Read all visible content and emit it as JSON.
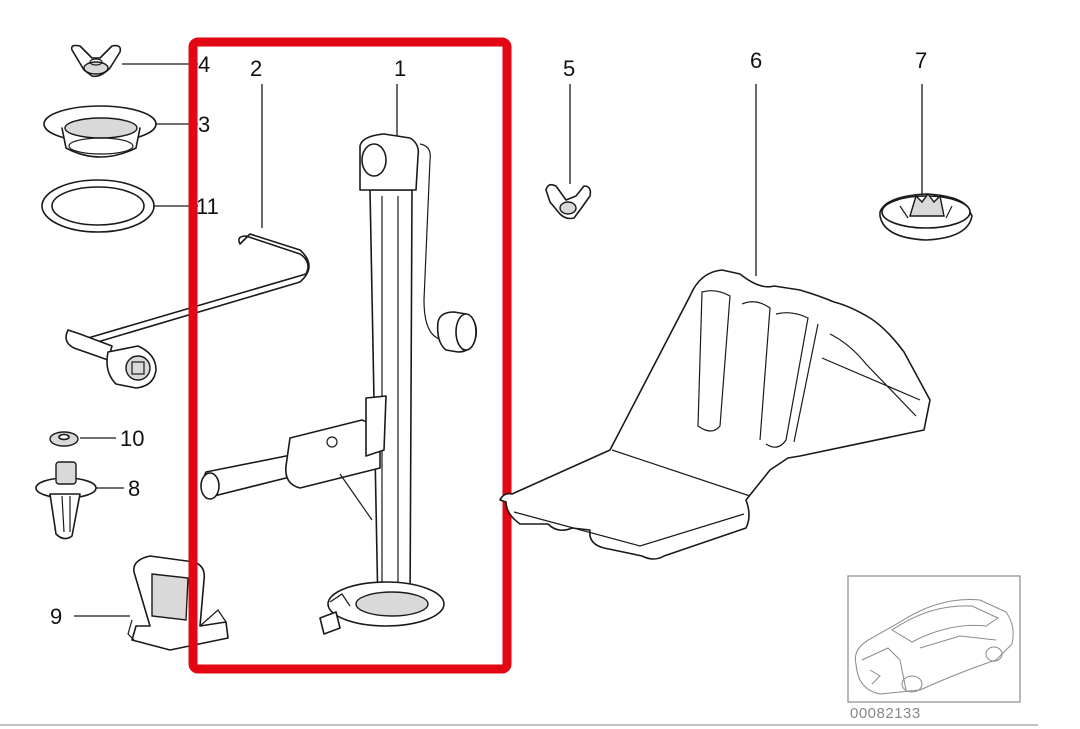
{
  "callouts": [
    {
      "id": "1",
      "text": "1"
    },
    {
      "id": "2",
      "text": "2"
    },
    {
      "id": "3",
      "text": "3"
    },
    {
      "id": "4",
      "text": "4"
    },
    {
      "id": "5",
      "text": "5"
    },
    {
      "id": "6",
      "text": "6"
    },
    {
      "id": "7",
      "text": "7"
    },
    {
      "id": "8",
      "text": "8"
    },
    {
      "id": "9",
      "text": "9"
    },
    {
      "id": "10",
      "text": "10"
    },
    {
      "id": "11",
      "text": "11"
    }
  ],
  "catalog_number": "00082133",
  "colors": {
    "highlight_box": "#e30613",
    "line_art": "#1a1a1a",
    "background": "#ffffff",
    "footer_rule": "#9a9a9a",
    "catalog_text": "#888888"
  },
  "parts": [
    {
      "callout": "1",
      "icon": "car-jack-icon"
    },
    {
      "callout": "2",
      "icon": "wheel-brace-icon"
    },
    {
      "callout": "3",
      "icon": "grommet-icon"
    },
    {
      "callout": "4",
      "icon": "wing-nut-icon"
    },
    {
      "callout": "5",
      "icon": "wing-nut-icon"
    },
    {
      "callout": "6",
      "icon": "jack-holder-icon"
    },
    {
      "callout": "7",
      "icon": "plug-cap-icon"
    },
    {
      "callout": "8",
      "icon": "expanding-rivet-icon"
    },
    {
      "callout": "9",
      "icon": "retaining-clip-icon"
    },
    {
      "callout": "10",
      "icon": "washer-icon"
    },
    {
      "callout": "11",
      "icon": "sealing-ring-icon"
    }
  ],
  "vehicle_thumbnail_icon": "car-location-icon"
}
